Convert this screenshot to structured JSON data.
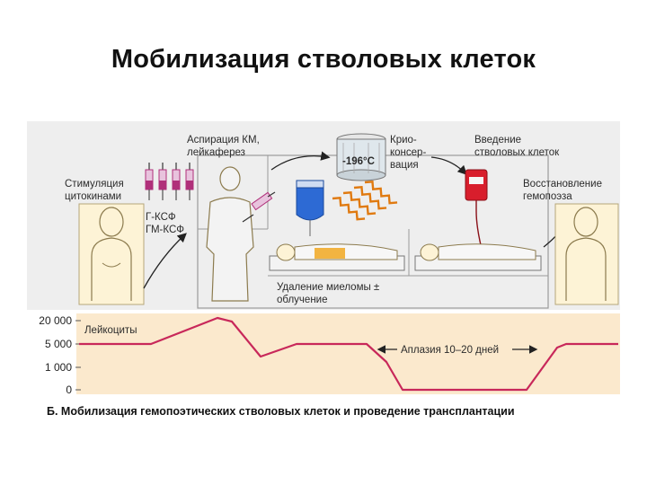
{
  "slide": {
    "title": "Мобилизация стволовых клеток"
  },
  "steps": {
    "stimulation": "Стимуляция цитокинами",
    "stimulation_lines": [
      "Стимуляция",
      "цитокинами"
    ],
    "drugs": [
      "Г-КСФ",
      "ГМ-КСФ"
    ],
    "aspiration_lines": [
      "Аспирация КМ,",
      "лейкаферез"
    ],
    "cryo_lines": [
      "Крио-",
      "консер-",
      "вация"
    ],
    "temperature": "-196°C",
    "removal_lines": [
      "Удаление миеломы ±",
      "облучение"
    ],
    "infusion_lines": [
      "Введение",
      "стволовых клеток"
    ],
    "restoration_lines": [
      "Восстановление",
      "гемопоэза"
    ]
  },
  "graph": {
    "series_label": "Лейкоциты",
    "annotation": "Аплазия 10–20 дней",
    "y_ticks": [
      "20 000",
      "5 000",
      "1 000",
      "0"
    ]
  },
  "caption": "Б. Мобилизация гемопоэтических стволовых клеток и проведение трансплантации",
  "colors": {
    "line": "#c8285a",
    "graph_bg": "#fbe9cd",
    "panel_bg": "#ececec",
    "syringe": "#b0307a",
    "blood_bag": "#d81e2c",
    "drip": "#2d6ad4",
    "radiation": "#e07a10",
    "figure_skin": "#fdf3d6"
  },
  "icons": [
    "syringe-icon",
    "liquid-nitrogen-dewar-icon",
    "iv-drip-icon",
    "blood-bag-icon",
    "radiation-wave-icon"
  ]
}
